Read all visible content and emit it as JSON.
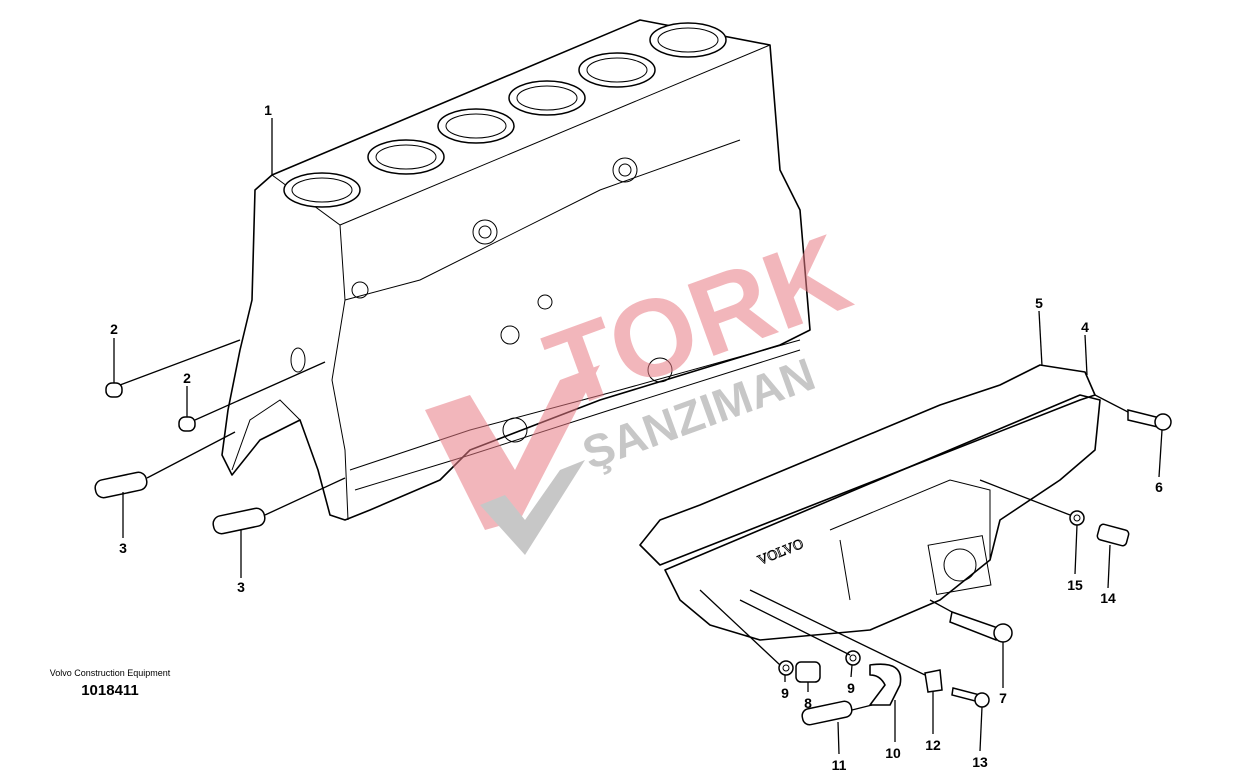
{
  "diagram": {
    "title": "Cylinder block and oil pan parts diagram",
    "pan_emboss": "VOLVO",
    "callouts": [
      {
        "id": "c1",
        "label": "1"
      },
      {
        "id": "c2a",
        "label": "2"
      },
      {
        "id": "c2b",
        "label": "2"
      },
      {
        "id": "c3a",
        "label": "3"
      },
      {
        "id": "c3b",
        "label": "3"
      },
      {
        "id": "c4",
        "label": "4"
      },
      {
        "id": "c5",
        "label": "5"
      },
      {
        "id": "c6",
        "label": "6"
      },
      {
        "id": "c7",
        "label": "7"
      },
      {
        "id": "c8",
        "label": "8"
      },
      {
        "id": "c9a",
        "label": "9"
      },
      {
        "id": "c9b",
        "label": "9"
      },
      {
        "id": "c10",
        "label": "10"
      },
      {
        "id": "c11",
        "label": "11"
      },
      {
        "id": "c12",
        "label": "12"
      },
      {
        "id": "c13",
        "label": "13"
      },
      {
        "id": "c14",
        "label": "14"
      },
      {
        "id": "c15",
        "label": "15"
      }
    ]
  },
  "footer": {
    "brand": "Volvo Construction Equipment",
    "code": "1018411"
  },
  "watermark": {
    "line1": "TORK",
    "line2": "ŞANZIMAN",
    "red": "#e87b84",
    "gray": "#9a9a9a"
  }
}
